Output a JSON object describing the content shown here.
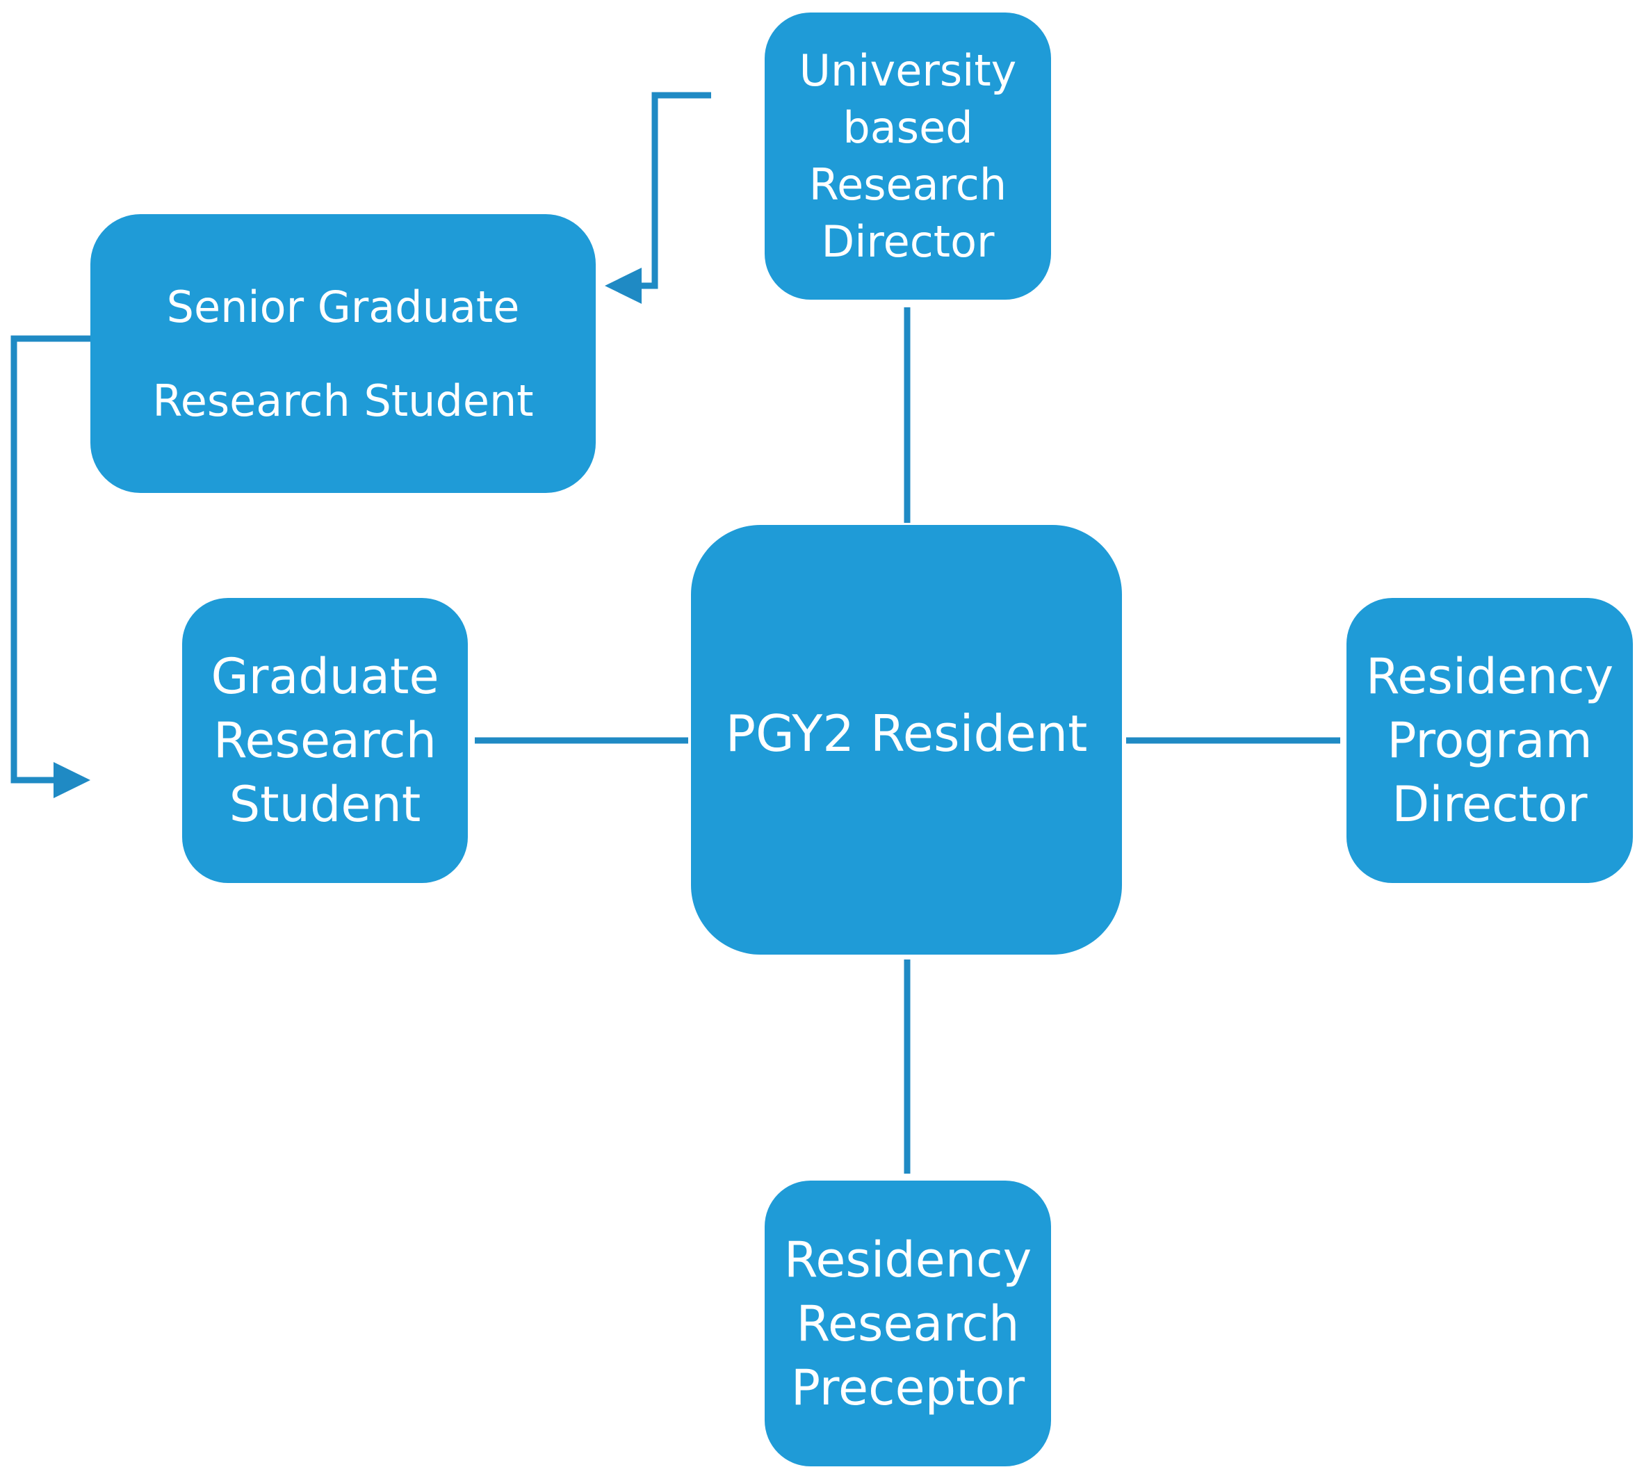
{
  "colors": {
    "node_fill": "#1f9bd7",
    "node_text": "#ffffff",
    "connector": "#1f8ac4",
    "background": "#ffffff"
  },
  "nodes": {
    "university_director": {
      "lines": [
        "University",
        "based",
        "Research",
        "Director"
      ]
    },
    "senior_grad_student": {
      "lines": [
        "Senior Graduate",
        "Research Student"
      ]
    },
    "grad_student": {
      "lines": [
        "Graduate",
        "Research",
        "Student"
      ]
    },
    "pgy2_resident": {
      "lines": [
        "PGY2 Resident"
      ]
    },
    "residency_program_director": {
      "lines": [
        "Residency",
        "Program",
        "Director"
      ]
    },
    "residency_research_preceptor": {
      "lines": [
        "Residency",
        "Research",
        "Preceptor"
      ]
    }
  },
  "connections": [
    {
      "from": "university_director",
      "to": "pgy2_resident",
      "type": "line"
    },
    {
      "from": "grad_student",
      "to": "pgy2_resident",
      "type": "line"
    },
    {
      "from": "pgy2_resident",
      "to": "residency_program_director",
      "type": "line"
    },
    {
      "from": "pgy2_resident",
      "to": "residency_research_preceptor",
      "type": "line"
    },
    {
      "from": "university_director",
      "to": "senior_grad_student",
      "type": "arrow"
    },
    {
      "from": "senior_grad_student",
      "to": "grad_student",
      "type": "arrow"
    }
  ]
}
